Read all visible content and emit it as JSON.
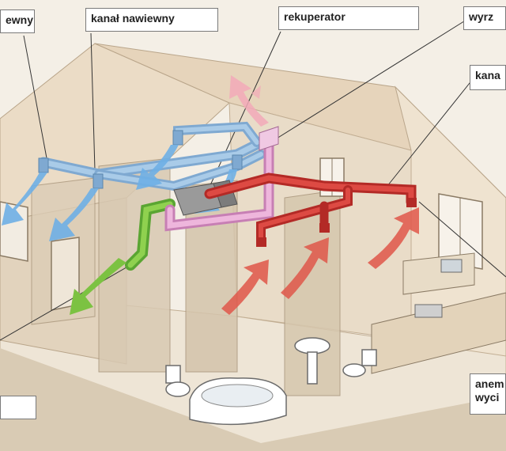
{
  "labels": {
    "left_top_partial": "ewny",
    "supply_duct": "kanał nawiewny",
    "recuperator": "rekuperator",
    "right_top_partial": "wyrz",
    "right_mid_partial": "kana",
    "right_bottom_line1": "anem",
    "right_bottom_line2": "wyci"
  },
  "colors": {
    "supply": "#8fb8dc",
    "supply_arrow": "#6fb0e6",
    "extract": "#c9302c",
    "extract_arrow": "#e0574a",
    "fresh_air": "#7cc242",
    "exhaust_duct": "#e7a2d2",
    "exhaust_arrow": "#f2a9b8"
  }
}
